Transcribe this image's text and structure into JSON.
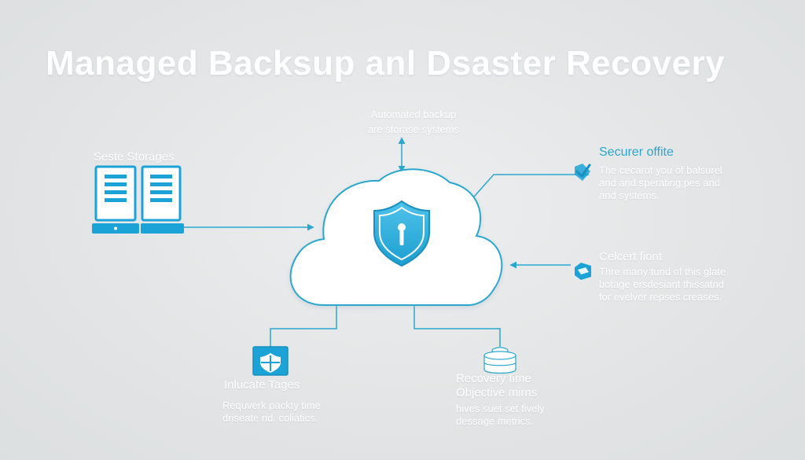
{
  "title": "Managed Backsup anl Dsaster Recovery",
  "top_label": {
    "line1": "Automated backup",
    "line2": "are storase systems"
  },
  "storage": {
    "heading": "Seste Storages"
  },
  "offsite": {
    "heading": "Securer offite",
    "lines": [
      "The cecarot you of balsurel",
      "and and sperating;pes and",
      "and systems."
    ]
  },
  "client": {
    "heading": "Celcert fiont",
    "lines": [
      "Thre many tund of this glate",
      "botage ersdesiant thissatnd",
      "for evelver repses creases."
    ]
  },
  "tages": {
    "heading": "Inlucate Tages",
    "lines": [
      "Requverk packty time",
      "driseate nd. coliatics."
    ]
  },
  "recovery": {
    "heading_lines": [
      "Recovery time",
      "Objective mirns"
    ],
    "lines": [
      "hives suet set fively",
      "dessage metrics."
    ]
  },
  "colors": {
    "accent": "#2aa7cf",
    "accent_dark": "#1b8fbf",
    "background": "#e3e5e6",
    "cloud_fill": "#ffffff"
  }
}
